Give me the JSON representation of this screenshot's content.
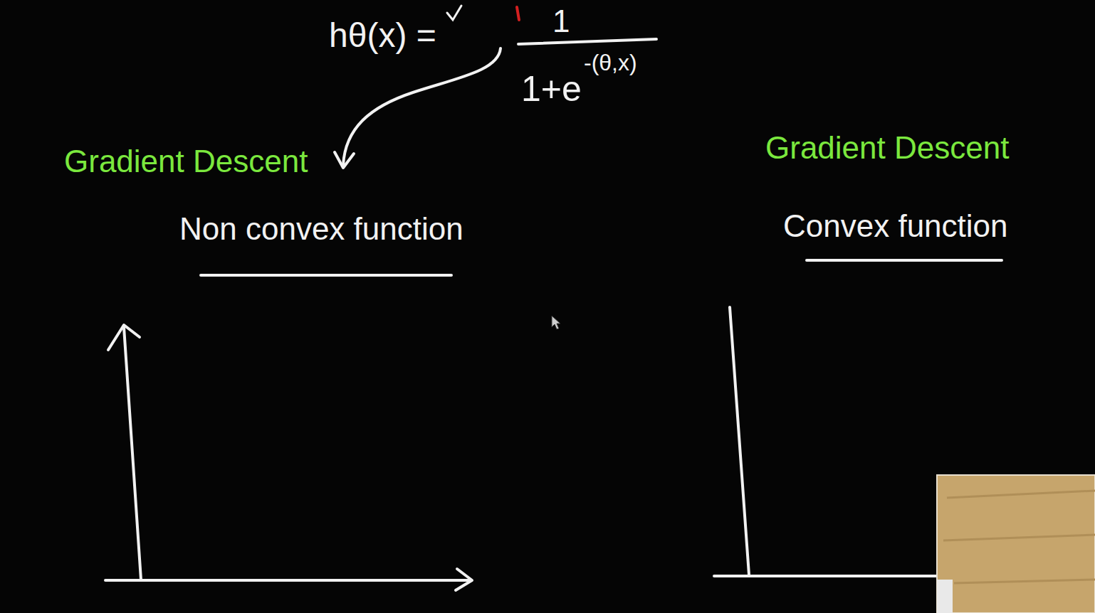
{
  "diagram": {
    "labels": [
      "hθ(x) =",
      "1",
      "1+e",
      "-(θ,x)",
      "Gradient Descent",
      "Non convex function",
      "Gradient Descent",
      "Convex function"
    ]
  }
}
